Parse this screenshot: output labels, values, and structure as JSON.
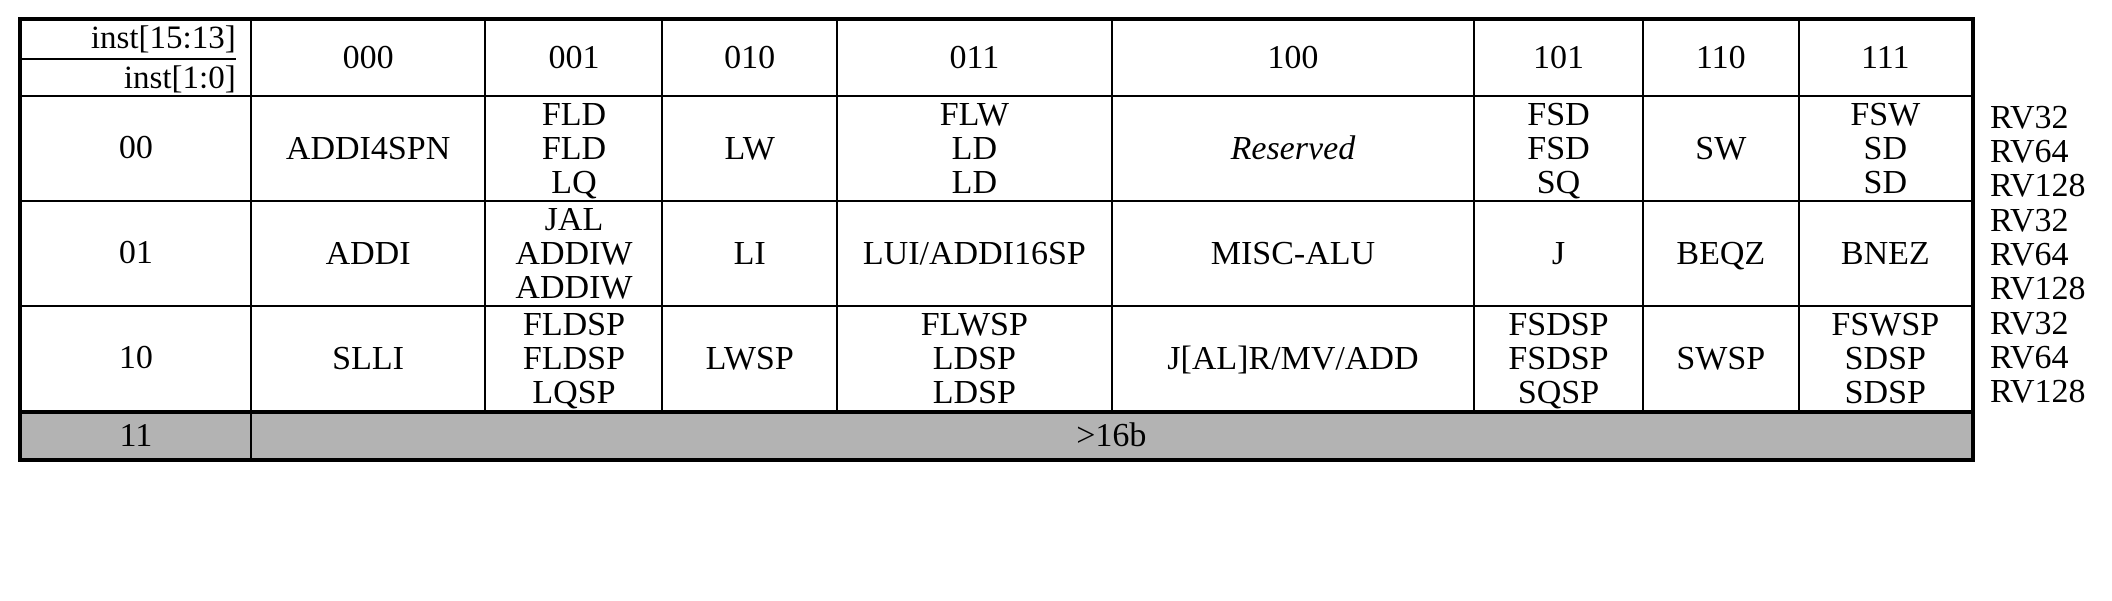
{
  "figure": {
    "kind": "rvc-opcode-map",
    "row_header_top": "inst[15:13]",
    "row_header_bottom": "inst[1:0]",
    "gray_hex": "#b3b3b3",
    "border_hex": "#000000",
    "background_hex": "#ffffff"
  },
  "columns": [
    "000",
    "001",
    "010",
    "011",
    "100",
    "101",
    "110",
    "111"
  ],
  "xlen_labels": [
    "RV32",
    "RV64",
    "RV128"
  ],
  "rows": [
    {
      "key": "00",
      "cells": [
        {
          "lines": [
            "ADDI4SPN"
          ],
          "italic": false
        },
        {
          "lines": [
            "FLD",
            "FLD",
            "LQ"
          ],
          "italic": false
        },
        {
          "lines": [
            "LW"
          ],
          "italic": false
        },
        {
          "lines": [
            "FLW",
            "LD",
            "LD"
          ],
          "italic": false
        },
        {
          "lines": [
            "Reserved"
          ],
          "italic": true
        },
        {
          "lines": [
            "FSD",
            "FSD",
            "SQ"
          ],
          "italic": false
        },
        {
          "lines": [
            "SW"
          ],
          "italic": false
        },
        {
          "lines": [
            "FSW",
            "SD",
            "SD"
          ],
          "italic": false
        }
      ]
    },
    {
      "key": "01",
      "cells": [
        {
          "lines": [
            "ADDI"
          ],
          "italic": false
        },
        {
          "lines": [
            "JAL",
            "ADDIW",
            "ADDIW"
          ],
          "italic": false
        },
        {
          "lines": [
            "LI"
          ],
          "italic": false
        },
        {
          "lines": [
            "LUI/ADDI16SP"
          ],
          "italic": false
        },
        {
          "lines": [
            "MISC-ALU"
          ],
          "italic": false
        },
        {
          "lines": [
            "J"
          ],
          "italic": false
        },
        {
          "lines": [
            "BEQZ"
          ],
          "italic": false
        },
        {
          "lines": [
            "BNEZ"
          ],
          "italic": false
        }
      ]
    },
    {
      "key": "10",
      "cells": [
        {
          "lines": [
            "SLLI"
          ],
          "italic": false
        },
        {
          "lines": [
            "FLDSP",
            "FLDSP",
            "LQSP"
          ],
          "italic": false
        },
        {
          "lines": [
            "LWSP"
          ],
          "italic": false
        },
        {
          "lines": [
            "FLWSP",
            "LDSP",
            "LDSP"
          ],
          "italic": false
        },
        {
          "lines": [
            "J[AL]R/MV/ADD"
          ],
          "italic": false
        },
        {
          "lines": [
            "FSDSP",
            "FSDSP",
            "SQSP"
          ],
          "italic": false
        },
        {
          "lines": [
            "SWSP"
          ],
          "italic": false
        },
        {
          "lines": [
            "FSWSP",
            "SDSP",
            "SDSP"
          ],
          "italic": false
        }
      ]
    }
  ],
  "last_row": {
    "key": "11",
    "label": ">16b"
  }
}
